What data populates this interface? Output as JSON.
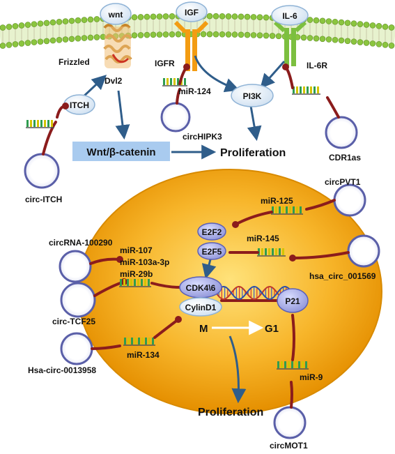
{
  "membrane": {
    "receptors": {
      "wnt": "wnt",
      "frizzled": "Frizzled",
      "dvl2": "Dvl2",
      "igf": "IGF",
      "igfr": "IGFR",
      "il6": "IL-6",
      "il6r": "IL-6R"
    }
  },
  "cytoplasm": {
    "itch": "ITCH",
    "pi3k": "PI3K",
    "wnt_pathway": "Wnt/β-catenin",
    "proliferation_top": "Proliferation",
    "mir124": "miR-124",
    "circ_itch": "circ-ITCH",
    "circ_hipk3": "circHIPK3",
    "cdr1as": "CDR1as"
  },
  "nucleus": {
    "e2f2": "E2F2",
    "e2f5": "E2F5",
    "cdk": "CDK4\\6",
    "cyclin": "CylinD1",
    "p21": "P21",
    "phase_m": "M",
    "phase_g1": "G1",
    "mir125": "miR-125",
    "mir145": "miR-145",
    "mir107": "miR-107",
    "mir103": "miR-103a-3p",
    "mir29b": "miR-29b",
    "mir134": "miR-134",
    "mir9": "miR-9"
  },
  "circs": {
    "circpvt1": "circPVT1",
    "hsa_circ_001569": "hsa_circ_001569",
    "circrna_100290": "circRNA-100290",
    "circ_tcf25": "circ-TCF25",
    "hsa_circ_0013958": "Hsa-circ-0013958",
    "circmot1": "circMOT1"
  },
  "bottom": {
    "proliferation_bottom": "Proliferation"
  },
  "colors": {
    "membrane_green": "#8bc53f",
    "nucleus_orange": "#f5a623",
    "nucleus_center": "#ffd75a",
    "protein_fill": "#e4eef8",
    "protein_stroke": "#8fb3d6",
    "arrow_blue": "#2f5d8a",
    "mirna_red": "#8b1c1c",
    "wnt_box": "#a9cbef"
  }
}
